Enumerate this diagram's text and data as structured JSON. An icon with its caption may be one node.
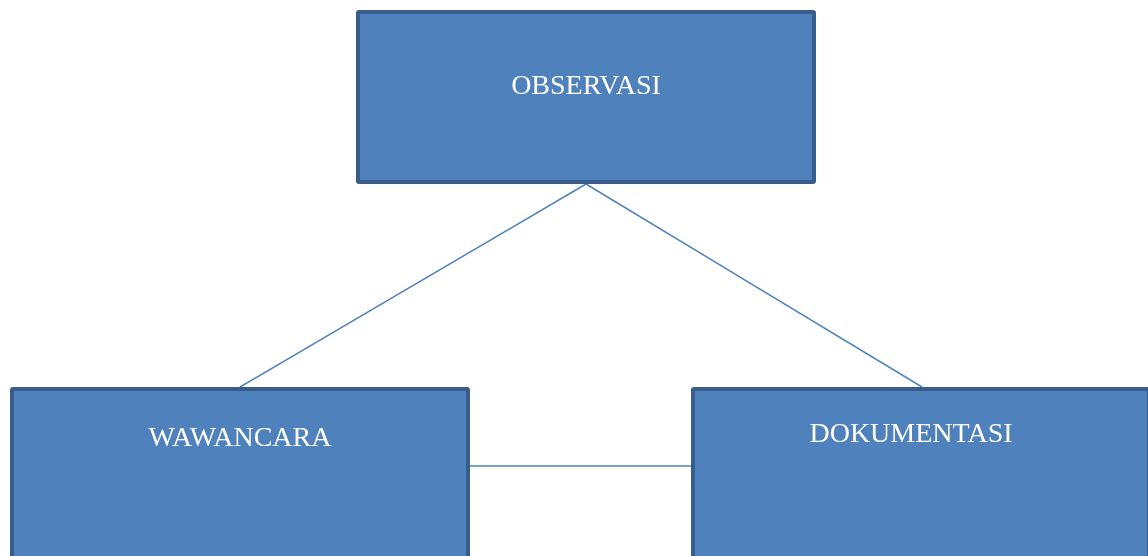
{
  "diagram": {
    "nodes": [
      {
        "text": [
          "OBSERVASI"
        ]
      },
      {
        "text": [
          "WAWANCARA"
        ]
      },
      {
        "text": [
          "DOKUMENTASI"
        ]
      }
    ],
    "edges": [
      {
        "from": 0,
        "to": 1,
        "arrow": "none"
      },
      {
        "from": 0,
        "to": 2,
        "arrow": "none"
      },
      {
        "from": 1,
        "to": 2,
        "arrow": "none"
      }
    ]
  }
}
